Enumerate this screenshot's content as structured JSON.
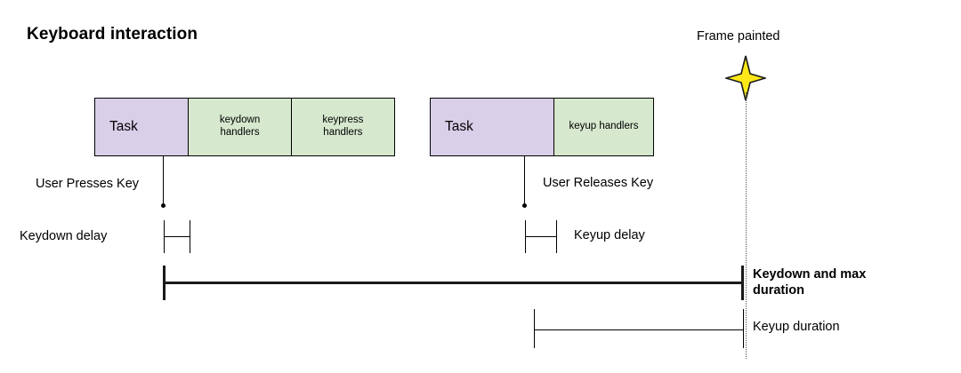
{
  "diagram": {
    "title": "Keyboard interaction",
    "colors": {
      "task_fill": "#d9cfe8",
      "handler_fill": "#d6e8ce",
      "stroke": "#000000",
      "star_fill": "#ffe81a",
      "timeline_dotted": "#555555"
    }
  },
  "task_groups": [
    {
      "name": "keydown-task-group",
      "cells": [
        {
          "label": "Task",
          "kind": "task"
        },
        {
          "label": "keydown\nhandlers",
          "line1": "keydown",
          "line2": "handlers",
          "kind": "handler"
        },
        {
          "label": "keypress\nhandlers",
          "line1": "keypress",
          "line2": "handlers",
          "kind": "handler"
        }
      ]
    },
    {
      "name": "keyup-task-group",
      "cells": [
        {
          "label": "Task",
          "kind": "task"
        },
        {
          "label": "keyup handlers",
          "line1": "keyup handlers",
          "line2": "",
          "kind": "handler"
        }
      ]
    }
  ],
  "annotations": {
    "frame_painted": "Frame painted",
    "user_presses_key": "User Presses Key",
    "user_releases_key": "User Releases Key",
    "keydown_delay": "Keydown delay",
    "keyup_delay": "Keyup delay",
    "keydown_max_duration_line1": "Keydown and max",
    "keydown_max_duration_line2": "duration",
    "keyup_duration": "Keyup duration"
  },
  "icons": {
    "star": "four-point-star-icon"
  }
}
